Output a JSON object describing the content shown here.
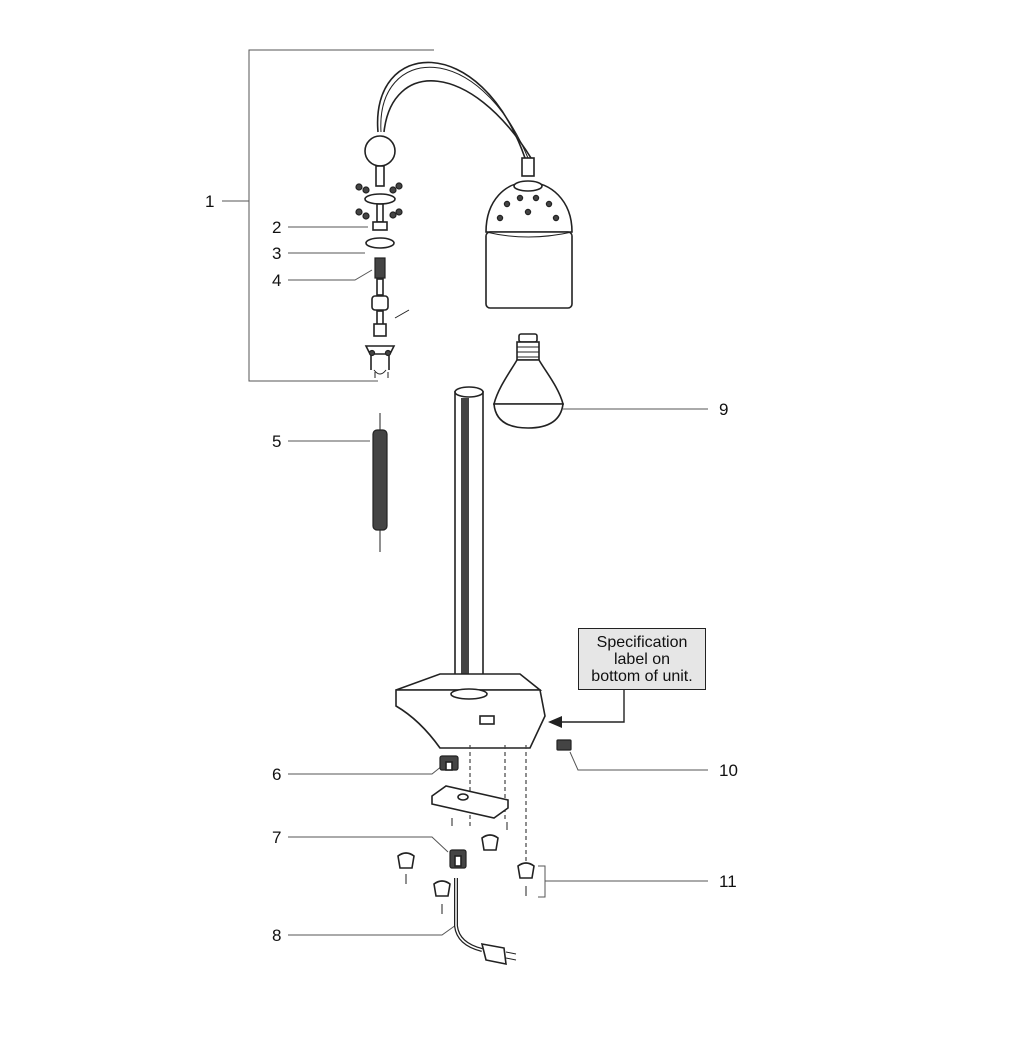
{
  "callouts": [
    "1",
    "2",
    "3",
    "4",
    "5",
    "6",
    "7",
    "8",
    "9",
    "10",
    "11"
  ],
  "spec_label": {
    "line1": "Specification",
    "line2": "label on",
    "line3": "bottom of unit."
  },
  "colors": {
    "line": "#222222",
    "label_fill": "#e6e6e6"
  }
}
